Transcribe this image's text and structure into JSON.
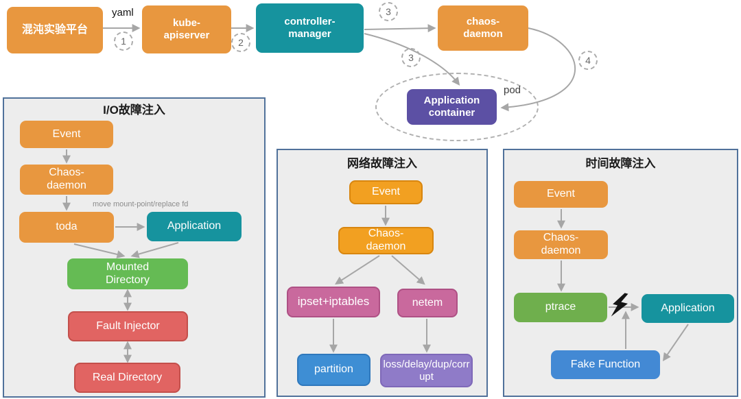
{
  "colors": {
    "orange": "#E8973F",
    "orange_bright": "#F2A021",
    "orange_border": "#D8860F",
    "teal": "#16939E",
    "purple": "#5C50A4",
    "green": "#65BB54",
    "green_dark": "#6FAF4D",
    "red": "#E16462",
    "red_border": "#C34F4B",
    "pink": "#C9699D",
    "pink_border": "#AE5084",
    "blue": "#3E8ED4",
    "blue2": "#4389D4",
    "blue_border": "#2F78BC",
    "violet": "#8F7BC8",
    "violet_border": "#7E68B8",
    "panel_bg": "#EDEDED",
    "panel_border": "#50719A",
    "arrow": "#A6A6A6"
  },
  "top_flow": {
    "platform": "混沌实验平台",
    "yaml_label": "yaml",
    "kube_apiserver": "kube-\napiserver",
    "controller_manager": "controller-\nmanager",
    "chaos_daemon": "chaos-\ndaemon",
    "app_container": "Application\ncontainer",
    "pod_label": "pod",
    "steps": [
      "1",
      "2",
      "3",
      "3",
      "4"
    ]
  },
  "io_panel": {
    "title": "I/O故障注入",
    "event": "Event",
    "chaos_daemon": "Chaos-\ndaemon",
    "toda": "toda",
    "application": "Application",
    "edge_label": "move mount-point/replace fd",
    "mounted_directory": "Mounted\nDirectory",
    "fault_injector": "Fault Injector",
    "real_directory": "Real Directory"
  },
  "network_panel": {
    "title": "网络故障注入",
    "event": "Event",
    "chaos_daemon": "Chaos-\ndaemon",
    "ipset_iptables": "ipset+iptables",
    "netem": "netem",
    "partition": "partition",
    "loss_delay": "loss/delay/dup/corrupt"
  },
  "time_panel": {
    "title": "时间故障注入",
    "event": "Event",
    "chaos_daemon": "Chaos-\ndaemon",
    "ptrace": "ptrace",
    "application": "Application",
    "fake_function": "Fake Function"
  }
}
